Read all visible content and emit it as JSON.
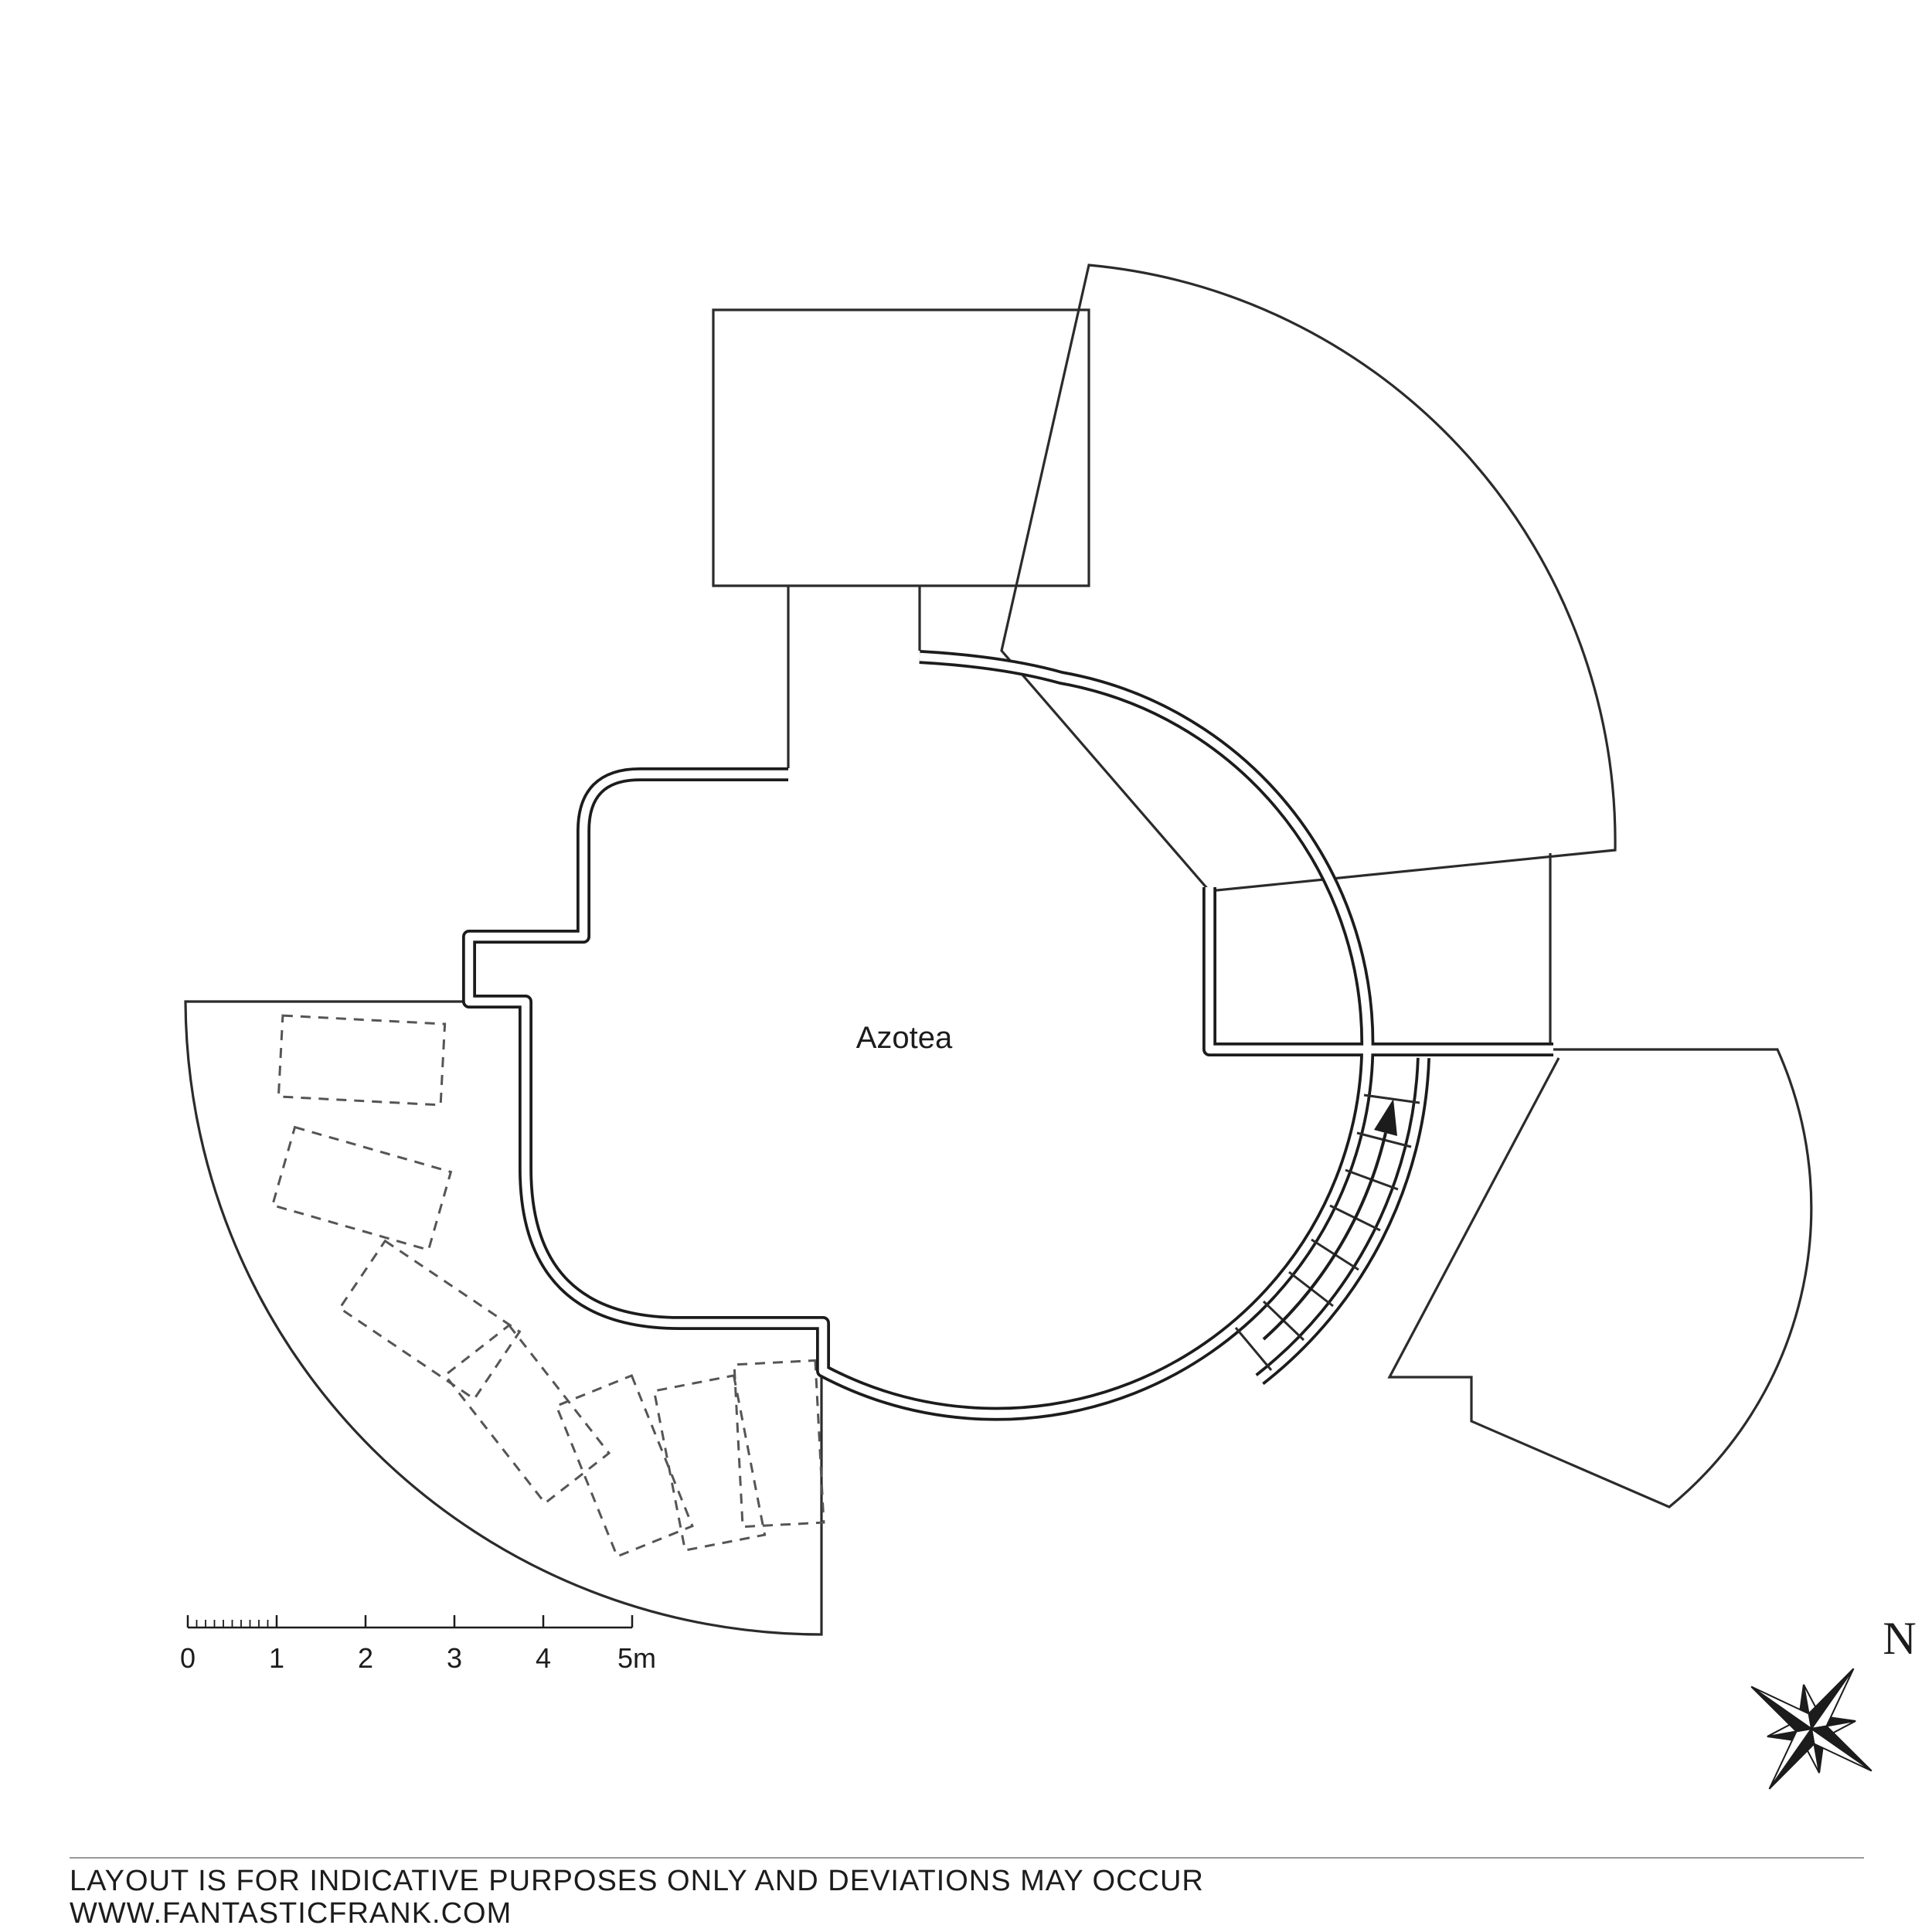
{
  "plan": {
    "area_label": "Azotea"
  },
  "scale_bar": {
    "labels": [
      "0",
      "1",
      "2",
      "3",
      "4",
      "5m"
    ]
  },
  "compass": {
    "north_label": "N"
  },
  "footer": {
    "line1": "LAYOUT IS FOR INDICATIVE PURPOSES ONLY AND DEVIATIONS MAY OCCUR",
    "line2": "WWW.FANTASTICFRANK.COM"
  },
  "colors": {
    "ink": "#1c1c1c",
    "plan_line": "#2b2b2b",
    "dashed_line": "#555555",
    "divider": "#9a9a9a"
  }
}
